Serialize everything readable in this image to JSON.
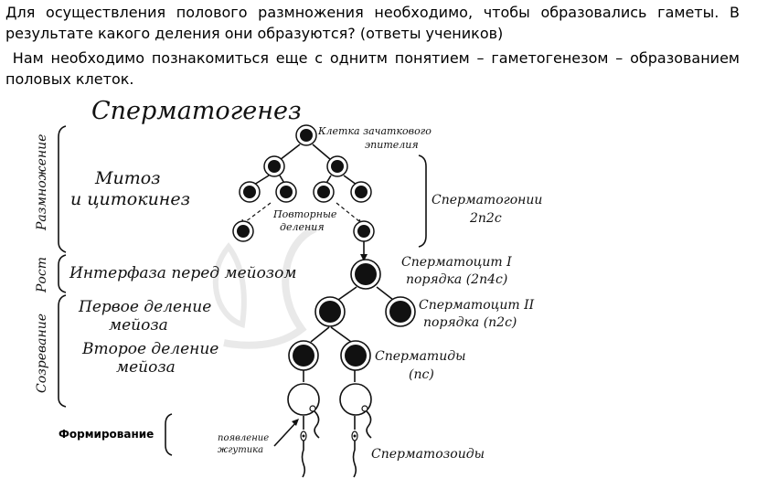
{
  "text": {
    "paragraph1": "Для осуществления полового размножения необходимо, чтобы образовались гаметы. В результате какого деления они образуются? (ответы учеников)",
    "paragraph2": "Нам необходимо познакомиться еще с однитм понятием – гаметогенезом – образованием половых клеток."
  },
  "diagram": {
    "title": "Сперматогенез",
    "stages": {
      "reproduction": "Размножение",
      "growth": "Рост",
      "maturation": "Созревание",
      "formation": "Формирование"
    },
    "processes": {
      "mitosis_line1": "Митоз",
      "mitosis_line2": "и цитокинез",
      "interphase": "Интерфаза перед мейозом",
      "meiosis1_line1": "Первое деление",
      "meiosis1_line2": "мейоза",
      "meiosis2_line1": "Второе деление",
      "meiosis2_line2": "мейоза"
    },
    "labels": {
      "germ_cell_line1": "Клетка зачаткового",
      "germ_cell_line2": "эпителия",
      "repeated_line1": "Повторные",
      "repeated_line2": "деления",
      "spermatogonia_line1": "Сперматогонии",
      "spermatogonia_line2": "2n2c",
      "spermatocyte1_line1": "Сперматоцит I",
      "spermatocyte1_line2": "порядка (2n4c)",
      "spermatocyte2_line1": "Сперматоцит II",
      "spermatocyte2_line2": "порядка (n2c)",
      "spermatids_line1": "Сперматиды",
      "spermatids_line2": "(nc)",
      "flagellum_line1": "появление",
      "flagellum_line2": "жгутика",
      "spermatozoa": "Сперматозоиды"
    }
  }
}
